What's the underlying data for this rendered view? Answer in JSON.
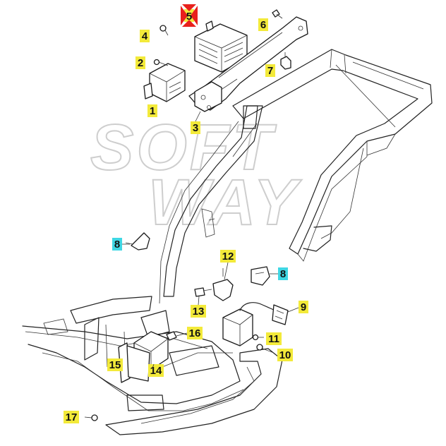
{
  "watermark": {
    "line1": "SOFT",
    "line2": "WAY"
  },
  "colors": {
    "yellow": "#f3ea3a",
    "cyan": "#3fd7e4",
    "selected": "#e8201c",
    "ink": "#1a1a1a"
  },
  "callouts": [
    {
      "id": "1",
      "text": "1",
      "highlight": "yellow"
    },
    {
      "id": "2",
      "text": "2",
      "highlight": "yellow"
    },
    {
      "id": "3",
      "text": "3",
      "highlight": "yellow"
    },
    {
      "id": "4",
      "text": "4",
      "highlight": "yellow"
    },
    {
      "id": "5",
      "text": "5",
      "highlight": "yellow",
      "selected": true
    },
    {
      "id": "6",
      "text": "6",
      "highlight": "yellow"
    },
    {
      "id": "7",
      "text": "7",
      "highlight": "yellow"
    },
    {
      "id": "8a",
      "text": "8",
      "highlight": "cyan"
    },
    {
      "id": "8b",
      "text": "8",
      "highlight": "cyan"
    },
    {
      "id": "9",
      "text": "9",
      "highlight": "yellow"
    },
    {
      "id": "10",
      "text": "10",
      "highlight": "yellow"
    },
    {
      "id": "11",
      "text": "11",
      "highlight": "yellow"
    },
    {
      "id": "12",
      "text": "12",
      "highlight": "yellow"
    },
    {
      "id": "13",
      "text": "13",
      "highlight": "yellow"
    },
    {
      "id": "14",
      "text": "14",
      "highlight": "yellow"
    },
    {
      "id": "15",
      "text": "15",
      "highlight": "yellow"
    },
    {
      "id": "16",
      "text": "16",
      "highlight": "yellow"
    },
    {
      "id": "17",
      "text": "17",
      "highlight": "yellow"
    }
  ]
}
